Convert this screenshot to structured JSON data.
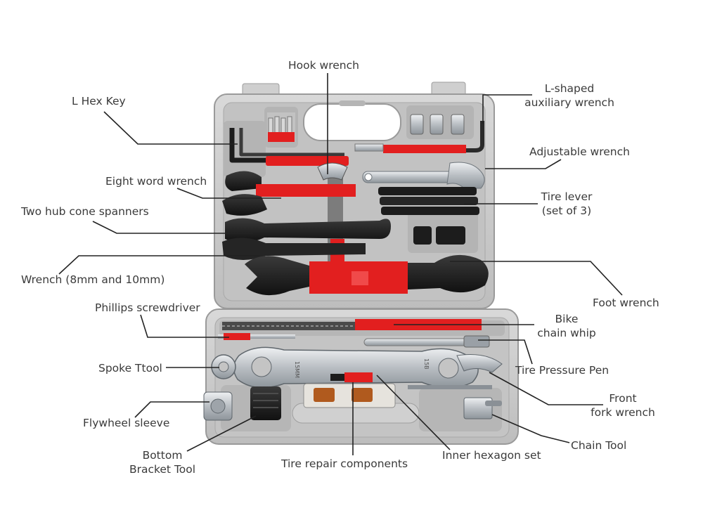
{
  "labels": {
    "hook_wrench": "Hook wrench",
    "l_hex_key": "L Hex Key",
    "l_shaped_1": "L-shaped",
    "l_shaped_2": "auxiliary wrench",
    "adjustable_wrench": "Adjustable wrench",
    "eight_word_wrench": "Eight word wrench",
    "tire_lever_1": "Tire lever",
    "tire_lever_2": "(set of  3)",
    "hub_cone_spanners": "Two hub cone spanners",
    "wrench_8_10": "Wrench (8mm and 10mm)",
    "foot_wrench": "Foot wrench",
    "phillips_screwdriver": "Phillips screwdriver",
    "chain_whip_1": "Bike",
    "chain_whip_2": "chain whip",
    "tire_pressure_pen": "Tire Pressure Pen",
    "spoke_tool": "Spoke Ttool",
    "front_fork_1": "Front",
    "front_fork_2": "fork wrench",
    "flywheel_sleeve": "Flywheel sleeve",
    "chain_tool": "Chain Tool",
    "bottom_bracket_1": "Bottom",
    "bottom_bracket_2": "Bracket Tool",
    "tire_repair": "Tire repair components",
    "inner_hexagon": "Inner hexagon set"
  },
  "tool_markings": {
    "spanner_size_a": "15MM",
    "spanner_size_b": "15B"
  },
  "colors": {
    "case_shell": "#c7c7c7",
    "case_tray": "#b2b2b2",
    "tool_black": "#1c1c1c",
    "tool_red": "#e21f1f",
    "tool_steel": "#c9cdd1",
    "label_text": "#3a3a3a",
    "leader_line": "#222222"
  }
}
